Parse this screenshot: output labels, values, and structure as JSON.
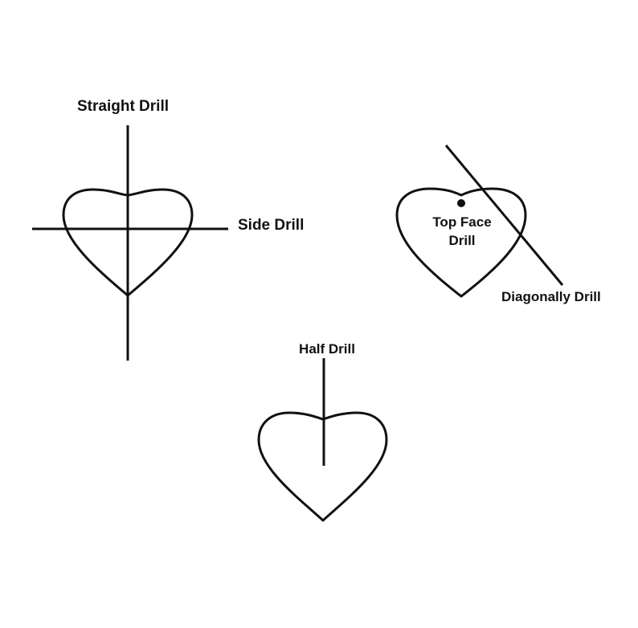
{
  "diagram": {
    "labels": {
      "straight": "Straight Drill",
      "side": "Side Drill",
      "top_face_line1": "Top Face",
      "top_face_line2": "Drill",
      "diagonal": "Diagonally Drill",
      "half": "Half Drill"
    },
    "colors": {
      "background": "#ffffff",
      "stroke": "#111111"
    }
  }
}
